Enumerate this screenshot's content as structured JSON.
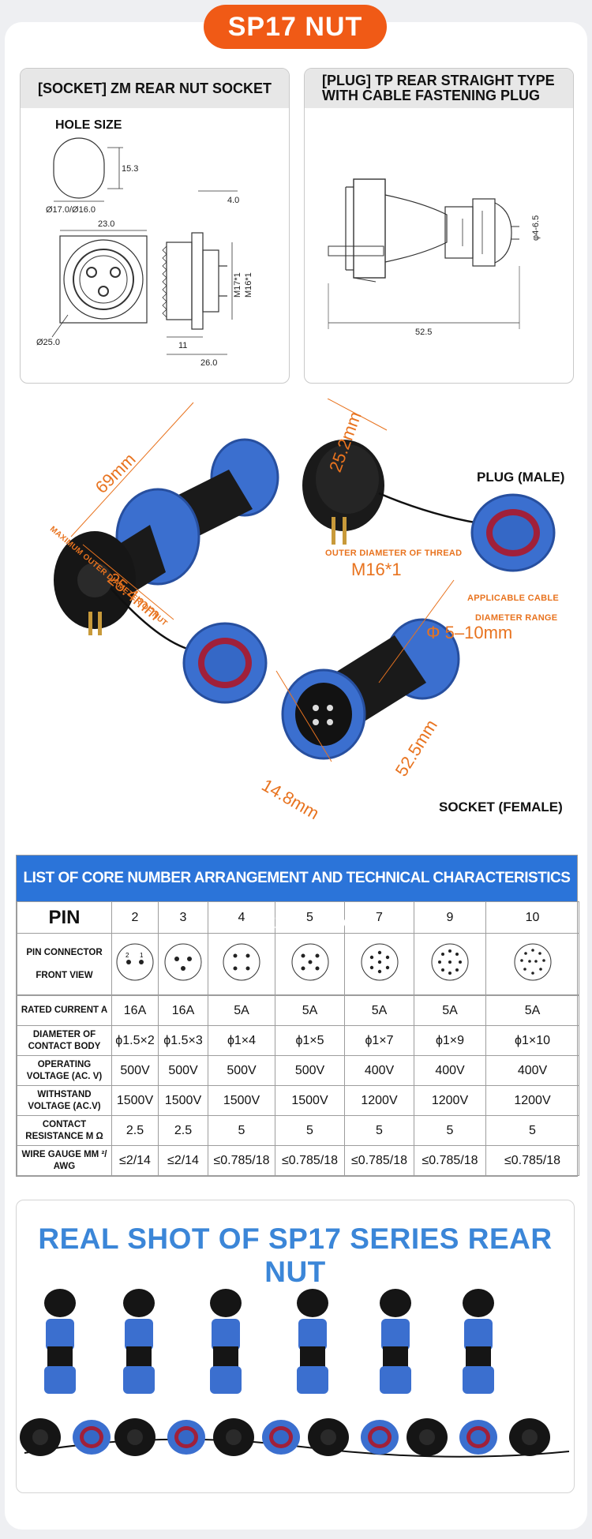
{
  "page_title": "SP17 NUT",
  "socket_panel": {
    "header": "[SOCKET] ZM REAR NUT SOCKET",
    "hole_size_label": "HOLE SIZE",
    "dims": {
      "d153": "15.3",
      "d170": "Ø17.0/Ø16.0",
      "d40": "4.0",
      "d230": "23.0",
      "m17": "M17*1",
      "m16": "M16*1",
      "d250": "Ø25.0",
      "d11": "11",
      "d260": "26.0"
    }
  },
  "plug_panel": {
    "header": "[PLUG] TP REAR STRAIGHT TYPE WITH CABLE FASTENING PLUG",
    "dims": {
      "phi": "φ4-6.5",
      "length": "52.5"
    }
  },
  "product_labels": {
    "dim_69": "69mm",
    "max_outer": "MAXIMUM OUTER DIAMETER OF NUT",
    "dim_254": "25.4mm",
    "dim_252": "25.2mm",
    "plug_male": "PLUG (MALE)",
    "outer_thread": "OUTER DIAMETER OF THREAD",
    "thread_value": "M16*1",
    "cable_range_1": "APPLICABLE CABLE",
    "cable_range_2": "DIAMETER RANGE",
    "cable_value": "Φ 5–10mm",
    "dim_525": "52.5mm",
    "dim_148": "14.8mm",
    "socket_female": "SOCKET (FEMALE)"
  },
  "table": {
    "title": "LIST OF CORE NUMBER ARRANGEMENT AND TECHNICAL CHARACTERISTICS OF WELDING CORE",
    "pin_label": "PIN",
    "pins": [
      "2",
      "3",
      "4",
      "5",
      "7",
      "9",
      "10"
    ],
    "connector_label_1": "PIN CONNECTOR",
    "connector_label_2": "FRONT VIEW",
    "rows": [
      {
        "label": "RATED CURRENT A",
        "values": [
          "16A",
          "16A",
          "5A",
          "5A",
          "5A",
          "5A",
          "5A"
        ]
      },
      {
        "label": "DIAMETER OF CONTACT BODY",
        "values": [
          "ϕ1.5×2",
          "ϕ1.5×3",
          "ϕ1×4",
          "ϕ1×5",
          "ϕ1×7",
          "ϕ1×9",
          "ϕ1×10"
        ]
      },
      {
        "label": "OPERATING VOLTAGE (AC. V)",
        "values": [
          "500V",
          "500V",
          "500V",
          "500V",
          "400V",
          "400V",
          "400V"
        ]
      },
      {
        "label": "WITHSTAND VOLTAGE (AC.V)",
        "values": [
          "1500V",
          "1500V",
          "1500V",
          "1500V",
          "1200V",
          "1200V",
          "1200V"
        ]
      },
      {
        "label": "CONTACT RESISTANCE M Ω",
        "values": [
          "2.5",
          "2.5",
          "5",
          "5",
          "5",
          "5",
          "5"
        ]
      },
      {
        "label": "WIRE GAUGE MM ²/ AWG",
        "values": [
          "≤2/14",
          "≤2/14",
          "≤0.785/18",
          "≤0.785/18",
          "≤0.785/18",
          "≤0.785/18",
          "≤0.785/18"
        ]
      }
    ]
  },
  "real_shot": {
    "title": "REAL SHOT OF SP17 SERIES REAR NUT"
  },
  "colors": {
    "accent_orange": "#f05a16",
    "table_blue": "#2b74d9",
    "title_blue": "#3b86d8",
    "connector_blue": "#3b6fcf"
  }
}
